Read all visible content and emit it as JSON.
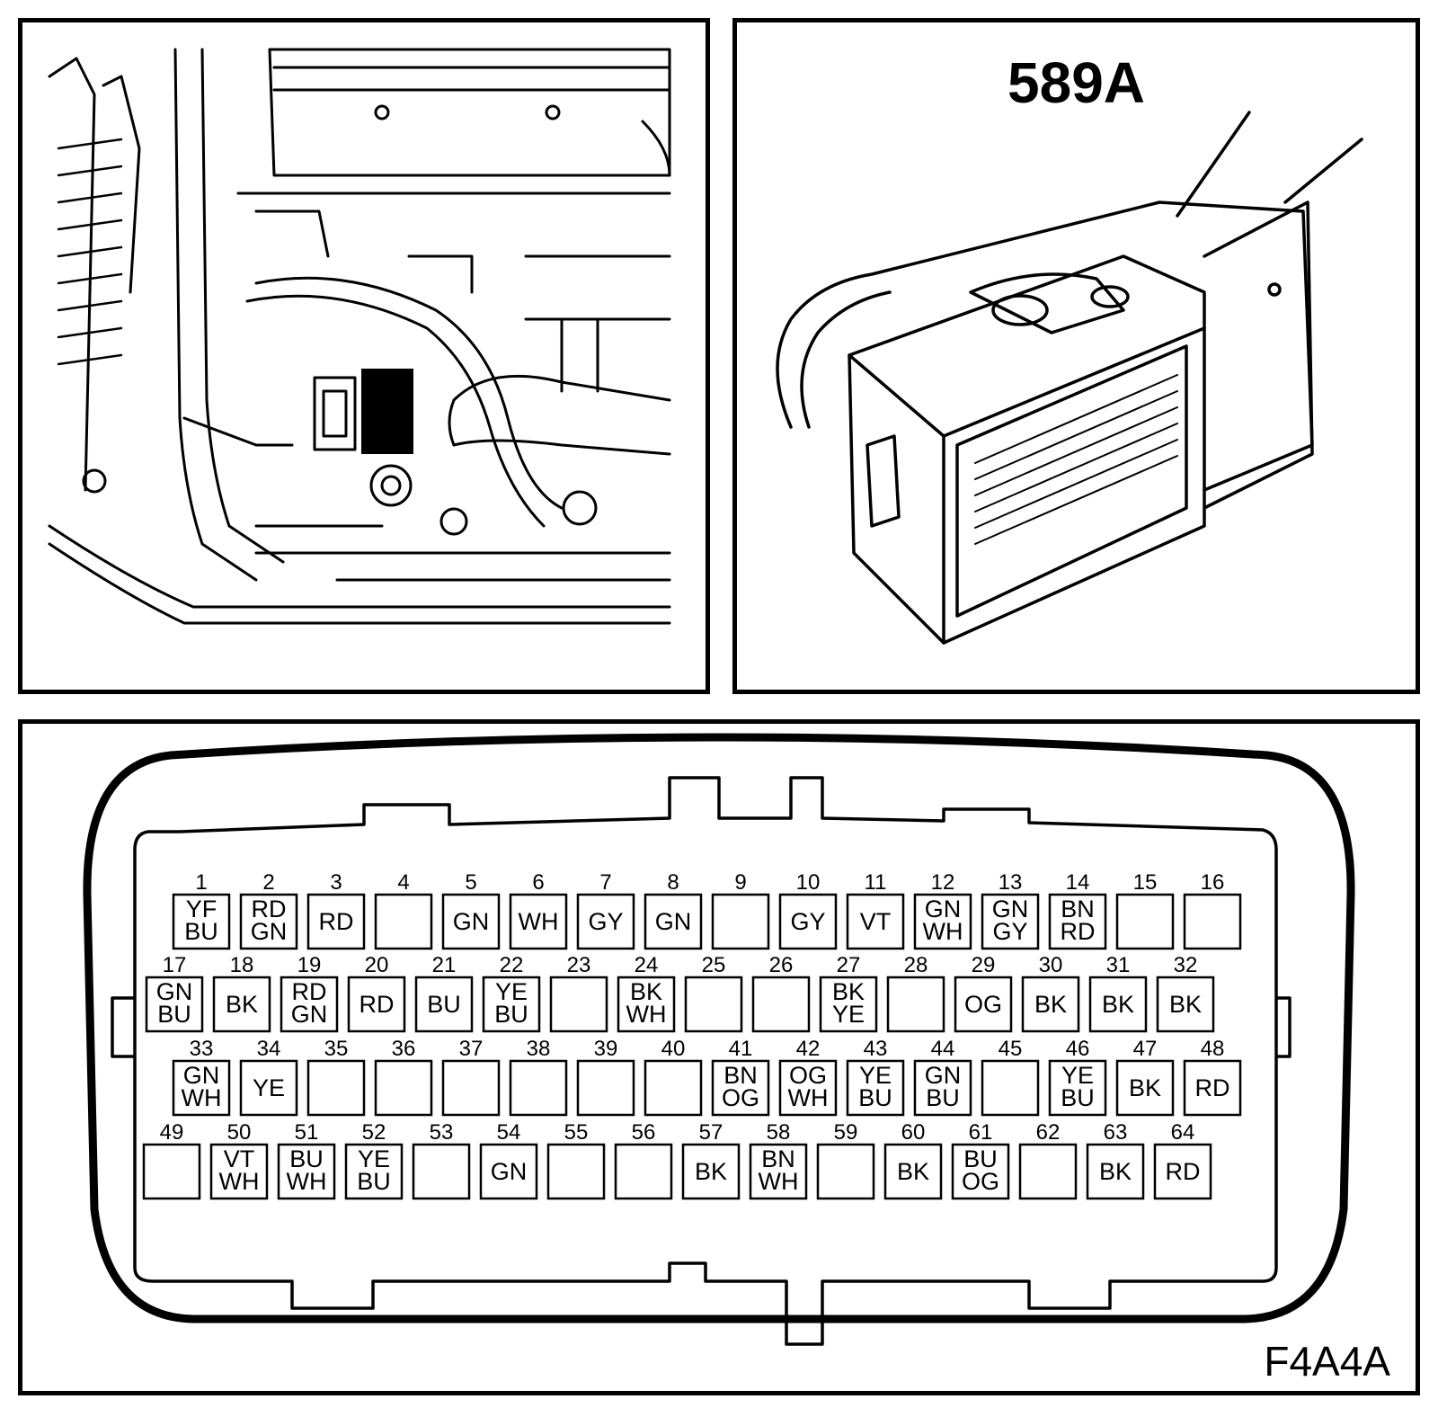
{
  "connector": {
    "label": "589A"
  },
  "pinout": {
    "ref_code": "F4A4A",
    "rows": [
      [
        {
          "num": "1",
          "colors": [
            "YF",
            "BU"
          ]
        },
        {
          "num": "2",
          "colors": [
            "RD",
            "GN"
          ]
        },
        {
          "num": "3",
          "colors": [
            "RD"
          ]
        },
        {
          "num": "4",
          "colors": []
        },
        {
          "num": "5",
          "colors": [
            "GN"
          ]
        },
        {
          "num": "6",
          "colors": [
            "WH"
          ]
        },
        {
          "num": "7",
          "colors": [
            "GY"
          ]
        },
        {
          "num": "8",
          "colors": [
            "GN"
          ]
        },
        {
          "num": "9",
          "colors": []
        },
        {
          "num": "10",
          "colors": [
            "GY"
          ]
        },
        {
          "num": "11",
          "colors": [
            "VT"
          ]
        },
        {
          "num": "12",
          "colors": [
            "GN",
            "WH"
          ]
        },
        {
          "num": "13",
          "colors": [
            "GN",
            "GY"
          ]
        },
        {
          "num": "14",
          "colors": [
            "BN",
            "RD"
          ]
        },
        {
          "num": "15",
          "colors": []
        },
        {
          "num": "16",
          "colors": []
        }
      ],
      [
        {
          "num": "17",
          "colors": [
            "GN",
            "BU"
          ]
        },
        {
          "num": "18",
          "colors": [
            "BK"
          ]
        },
        {
          "num": "19",
          "colors": [
            "RD",
            "GN"
          ]
        },
        {
          "num": "20",
          "colors": [
            "RD"
          ]
        },
        {
          "num": "21",
          "colors": [
            "BU"
          ]
        },
        {
          "num": "22",
          "colors": [
            "YE",
            "BU"
          ]
        },
        {
          "num": "23",
          "colors": []
        },
        {
          "num": "24",
          "colors": [
            "BK",
            "WH"
          ]
        },
        {
          "num": "25",
          "colors": []
        },
        {
          "num": "26",
          "colors": []
        },
        {
          "num": "27",
          "colors": [
            "BK",
            "YE"
          ]
        },
        {
          "num": "28",
          "colors": []
        },
        {
          "num": "29",
          "colors": [
            "OG"
          ]
        },
        {
          "num": "30",
          "colors": [
            "BK"
          ]
        },
        {
          "num": "31",
          "colors": [
            "BK"
          ]
        },
        {
          "num": "32",
          "colors": [
            "BK"
          ]
        }
      ],
      [
        {
          "num": "33",
          "colors": [
            "GN",
            "WH"
          ]
        },
        {
          "num": "34",
          "colors": [
            "YE"
          ]
        },
        {
          "num": "35",
          "colors": []
        },
        {
          "num": "36",
          "colors": []
        },
        {
          "num": "37",
          "colors": []
        },
        {
          "num": "38",
          "colors": []
        },
        {
          "num": "39",
          "colors": []
        },
        {
          "num": "40",
          "colors": []
        },
        {
          "num": "41",
          "colors": [
            "BN",
            "OG"
          ]
        },
        {
          "num": "42",
          "colors": [
            "OG",
            "WH"
          ]
        },
        {
          "num": "43",
          "colors": [
            "YE",
            "BU"
          ]
        },
        {
          "num": "44",
          "colors": [
            "GN",
            "BU"
          ]
        },
        {
          "num": "45",
          "colors": []
        },
        {
          "num": "46",
          "colors": [
            "YE",
            "BU"
          ]
        },
        {
          "num": "47",
          "colors": [
            "BK"
          ]
        },
        {
          "num": "48",
          "colors": [
            "RD"
          ]
        }
      ],
      [
        {
          "num": "49",
          "colors": []
        },
        {
          "num": "50",
          "colors": [
            "VT",
            "WH"
          ]
        },
        {
          "num": "51",
          "colors": [
            "BU",
            "WH"
          ]
        },
        {
          "num": "52",
          "colors": [
            "YE",
            "BU"
          ]
        },
        {
          "num": "53",
          "colors": []
        },
        {
          "num": "54",
          "colors": [
            "GN"
          ]
        },
        {
          "num": "55",
          "colors": []
        },
        {
          "num": "56",
          "colors": []
        },
        {
          "num": "57",
          "colors": [
            "BK"
          ]
        },
        {
          "num": "58",
          "colors": [
            "BN",
            "WH"
          ]
        },
        {
          "num": "59",
          "colors": []
        },
        {
          "num": "60",
          "colors": [
            "BK"
          ]
        },
        {
          "num": "61",
          "colors": [
            "BU",
            "OG"
          ]
        },
        {
          "num": "62",
          "colors": []
        },
        {
          "num": "63",
          "colors": [
            "BK"
          ]
        },
        {
          "num": "64",
          "colors": [
            "RD"
          ]
        }
      ]
    ]
  }
}
